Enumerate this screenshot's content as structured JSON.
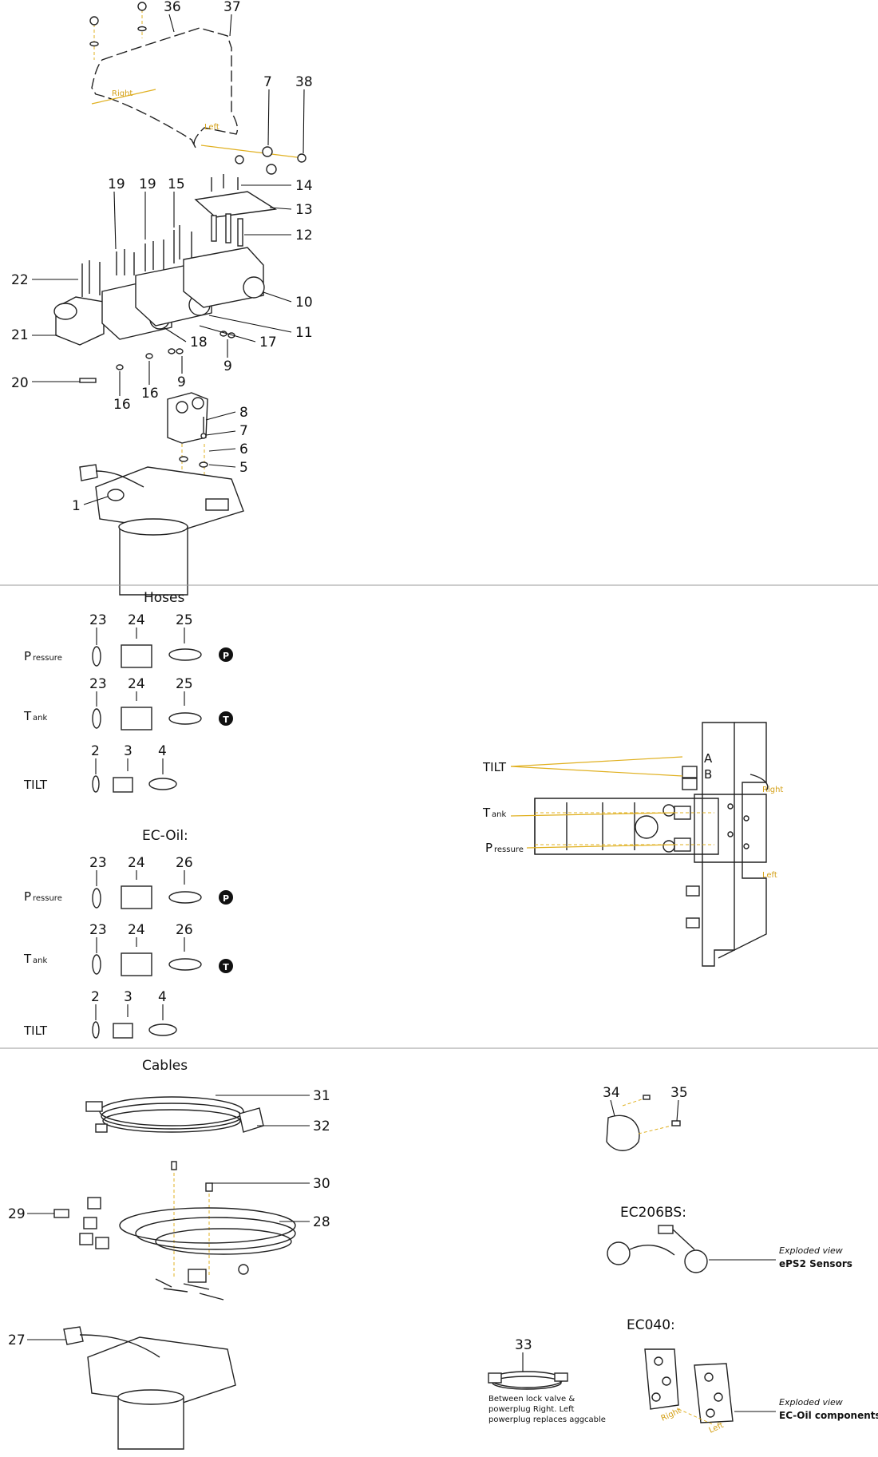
{
  "colors": {
    "leader": "#111111",
    "yellow_guide": "#e0b020",
    "yellow_text": "#d4a017",
    "separator": "#999999"
  },
  "callouts": {
    "n1": "1",
    "n2": "2",
    "n3": "3",
    "n4": "4",
    "n5": "5",
    "n6": "6",
    "n7": "7",
    "n8": "8",
    "n9": "9",
    "n10": "10",
    "n11": "11",
    "n12": "12",
    "n13": "13",
    "n14": "14",
    "n15": "15",
    "n16": "16",
    "n17": "17",
    "n18": "18",
    "n19": "19",
    "n20": "20",
    "n21": "21",
    "n22": "22",
    "n23": "23",
    "n24": "24",
    "n25": "25",
    "n26": "26",
    "n27": "27",
    "n28": "28",
    "n29": "29",
    "n30": "30",
    "n31": "31",
    "n32": "32",
    "n33": "33",
    "n34": "34",
    "n35": "35",
    "n36": "36",
    "n37": "37",
    "n38": "38"
  },
  "cover_labels": {
    "right": "Right",
    "left": "Left"
  },
  "hoses": {
    "title": "Hoses",
    "pressure_cap": "P",
    "pressure_sub": "ressure",
    "tank_cap": "T",
    "tank_sub": "ank",
    "tilt": "TILT",
    "p_symbol": "P",
    "t_symbol": "T"
  },
  "ec_oil": {
    "title": "EC-Oil:",
    "pressure_cap": "P",
    "pressure_sub": "ressure",
    "tank_cap": "T",
    "tank_sub": "ank",
    "tilt": "TILT",
    "p_symbol": "P",
    "t_symbol": "T"
  },
  "valve_view": {
    "tilt": "TILT",
    "tank_cap": "T",
    "tank_sub": "ank",
    "pressure_cap": "P",
    "pressure_sub": "ressure",
    "port_a": "A",
    "port_b": "B",
    "right": "Right",
    "left": "Left"
  },
  "cables": {
    "title": "Cables"
  },
  "ec206bs": {
    "title": "EC206BS:",
    "note_italic": "Exploded view",
    "note_bold": "ePS2 Sensors"
  },
  "ec040": {
    "title": "EC040:",
    "note_italic": "Exploded view",
    "note_bold": "EC-Oil components",
    "right": "Right",
    "left": "Left"
  },
  "cable33_note": [
    "Between lock valve &",
    "powerplug Right. Left",
    "powerplug replaces aggcable"
  ]
}
